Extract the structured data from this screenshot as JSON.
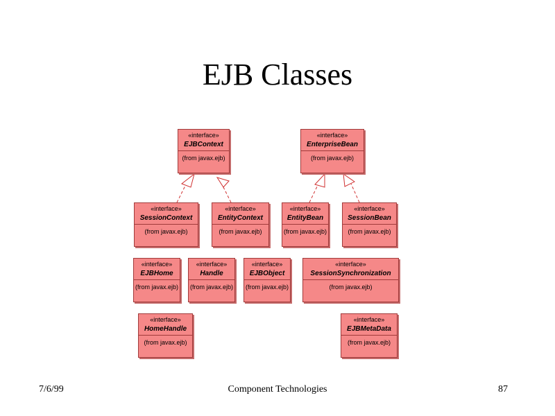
{
  "slide": {
    "title": "EJB Classes",
    "footer_left": "7/6/99",
    "footer_center": "Component Technologies",
    "footer_right": "87"
  },
  "diagram": {
    "stereotype": "«interface»",
    "classes": [
      {
        "id": "ejbcontext",
        "name": "EJBContext",
        "from": "(from javax.ejb)"
      },
      {
        "id": "enterprisebean",
        "name": "EnterpriseBean",
        "from": "(from javax.ejb)"
      },
      {
        "id": "sessioncontext",
        "name": "SessionContext",
        "from": "(from javax.ejb)"
      },
      {
        "id": "entitycontext",
        "name": "EntityContext",
        "from": "(from javax.ejb)"
      },
      {
        "id": "entitybean",
        "name": "EntityBean",
        "from": "(from javax.ejb)"
      },
      {
        "id": "sessionbean",
        "name": "SessionBean",
        "from": "(from javax.ejb)"
      },
      {
        "id": "ejbhome",
        "name": "EJBHome",
        "from": "(from javax.ejb)"
      },
      {
        "id": "handle",
        "name": "Handle",
        "from": "(from javax.ejb)"
      },
      {
        "id": "ejbobject",
        "name": "EJBObject",
        "from": "(from javax.ejb)"
      },
      {
        "id": "sessionsynchronization",
        "name": "SessionSynchronization",
        "from": "(from javax.ejb)"
      },
      {
        "id": "homehandle",
        "name": "HomeHandle",
        "from": "(from javax.ejb)"
      },
      {
        "id": "ejbmetadata",
        "name": "EJBMetaData",
        "from": "(from javax.ejb)"
      }
    ],
    "relations": [
      {
        "from": "sessioncontext",
        "to": "ejbcontext",
        "type": "realizes"
      },
      {
        "from": "entitycontext",
        "to": "ejbcontext",
        "type": "realizes"
      },
      {
        "from": "entitybean",
        "to": "enterprisebean",
        "type": "realizes"
      },
      {
        "from": "sessionbean",
        "to": "enterprisebean",
        "type": "realizes"
      }
    ]
  }
}
